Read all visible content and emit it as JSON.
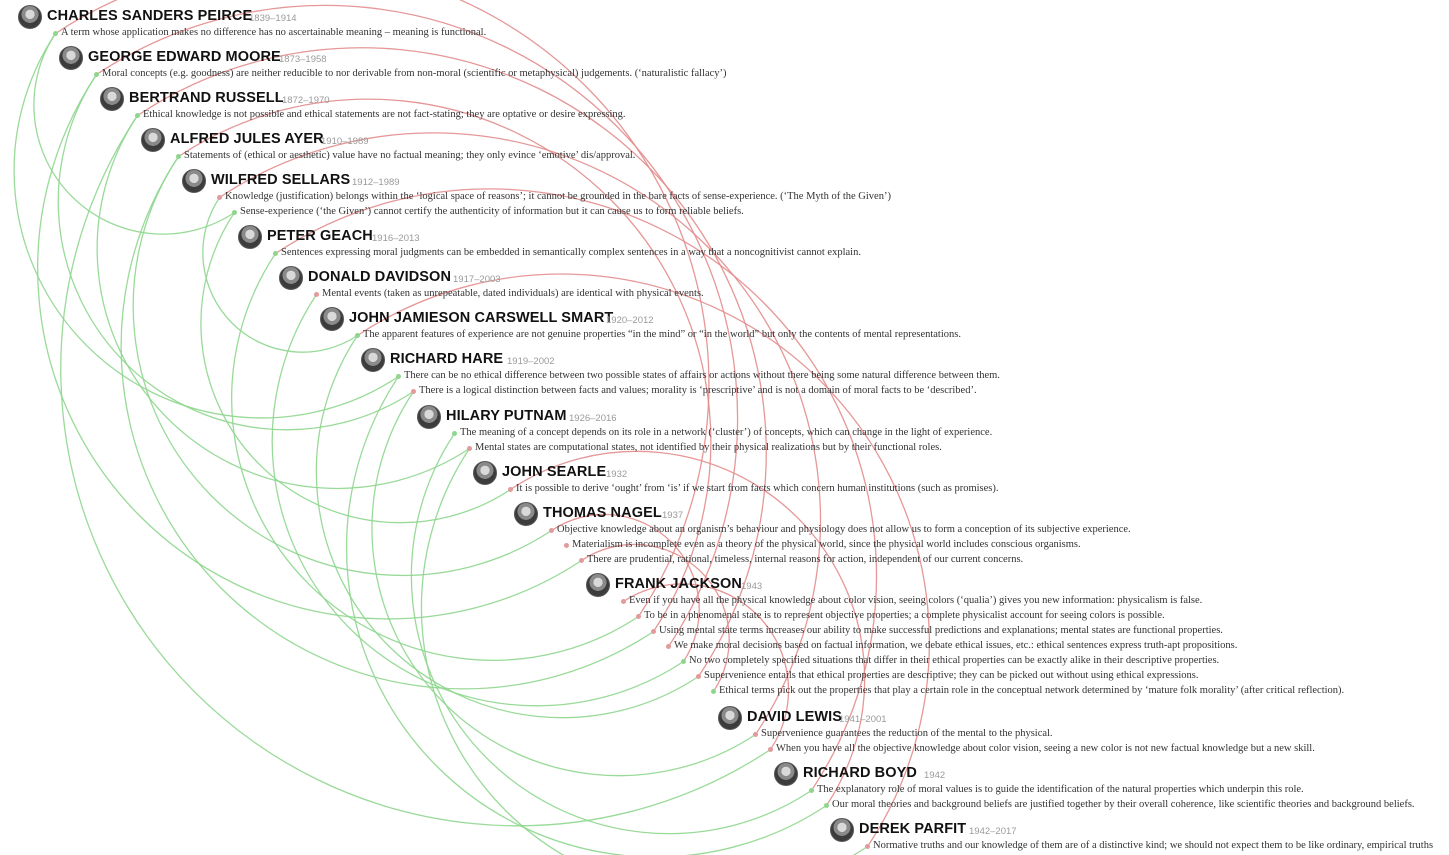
{
  "colors": {
    "cognitivist": "#e38c8c",
    "noncognitivist": "#8ed68e",
    "name": "#111111",
    "years": "#9a9a9a",
    "text": "#333333"
  },
  "philosophers": [
    {
      "name": "CHARLES SANDERS PEIRCE",
      "years": "1839–1914",
      "claims": [
        {
          "text": "A term whose application makes no difference has no ascertainable meaning – meaning is functional.",
          "kind": "noncognitivist"
        }
      ]
    },
    {
      "name": "GEORGE EDWARD MOORE",
      "years": "1873–1958",
      "claims": [
        {
          "text": "Moral concepts (e.g. goodness) are neither reducible to nor derivable from non-moral (scientific or metaphysical) judgements. (‘naturalistic fallacy’)",
          "kind": "noncognitivist"
        }
      ]
    },
    {
      "name": "BERTRAND RUSSELL",
      "years": "1872–1970",
      "claims": [
        {
          "text": "Ethical knowledge is not possible and ethical statements are not fact-stating; they are optative or desire expressing.",
          "kind": "noncognitivist"
        }
      ]
    },
    {
      "name": "ALFRED JULES AYER",
      "years": "1910–1989",
      "claims": [
        {
          "text": "Statements of (ethical or aesthetic) value have no factual meaning; they only evince ‘emotive’ dis/approval.",
          "kind": "noncognitivist"
        }
      ]
    },
    {
      "name": "WILFRED SELLARS",
      "years": "1912–1989",
      "claims": [
        {
          "text": "Knowledge (justification) belongs within the ‘logical space of reasons’; it cannot be grounded in the bare facts of sense-experience. (‘The Myth of the Given’)",
          "kind": "cognitivist"
        },
        {
          "text": "Sense-experience (‘the Given’) cannot certify the authenticity of information but it can cause us to form reliable beliefs.",
          "kind": "noncognitivist"
        }
      ]
    },
    {
      "name": "PETER GEACH",
      "years": "1916–2013",
      "claims": [
        {
          "text": "Sentences expressing moral judgments can be embedded in semantically complex sentences in a way that a noncognitivist cannot explain.",
          "kind": "noncognitivist"
        }
      ]
    },
    {
      "name": "DONALD DAVIDSON",
      "years": "1917–2003",
      "claims": [
        {
          "text": "Mental events (taken as unrepeatable, dated individuals) are identical with physical events.",
          "kind": "cognitivist"
        }
      ]
    },
    {
      "name": "JOHN JAMIESON CARSWELL SMART",
      "years": "1920–2012",
      "claims": [
        {
          "text": "The apparent features of experience are not genuine properties “in the mind” or “in the world” but only the contents of mental representations.",
          "kind": "noncognitivist"
        }
      ]
    },
    {
      "name": "RICHARD HARE",
      "years": "1919–2002",
      "claims": [
        {
          "text": "There can be no ethical difference between two possible states of affairs or actions without there being some natural difference between them.",
          "kind": "noncognitivist"
        },
        {
          "text": "There is a logical distinction between facts and values; morality is ‘prescriptive’ and is not a domain of moral facts to be ‘described’.",
          "kind": "cognitivist"
        }
      ]
    },
    {
      "name": "HILARY PUTNAM",
      "years": "1926–2016",
      "claims": [
        {
          "text": "The meaning of a concept depends on its role in a network (‘cluster’) of concepts, which can change in the light of experience.",
          "kind": "noncognitivist"
        },
        {
          "text": "Mental states are computational states, not identified by their physical realizations but by their functional roles.",
          "kind": "cognitivist"
        }
      ]
    },
    {
      "name": "JOHN SEARLE",
      "years": "1932",
      "claims": [
        {
          "text": "It is possible to derive ‘ought’ from ‘is’ if we start from facts which concern human institutions (such as promises).",
          "kind": "cognitivist"
        }
      ]
    },
    {
      "name": "THOMAS NAGEL",
      "years": "1937",
      "claims": [
        {
          "text": "Objective knowledge about an organism’s behaviour and physiology does not allow us to form a conception of its subjective experience.",
          "kind": "cognitivist"
        },
        {
          "text": "Materialism is incomplete even as a theory of the physical world, since the physical world includes conscious organisms.",
          "kind": "cognitivist"
        },
        {
          "text": "There are prudential, rational, timeless, internal reasons for action, independent of our current concerns.",
          "kind": "cognitivist"
        }
      ]
    },
    {
      "name": "FRANK JACKSON",
      "years": "1943",
      "claims": [
        {
          "text": "Even if you have all the physical knowledge about color vision, seeing colors (‘qualia’) gives you new information: physicalism is false.",
          "kind": "cognitivist"
        },
        {
          "text": "To be in a phenomenal state is to represent objective properties; a complete physicalist account for seeing colors is possible.",
          "kind": "cognitivist"
        },
        {
          "text": "Using mental state terms increases our ability to make successful predictions and explanations; mental states are functional properties.",
          "kind": "cognitivist"
        },
        {
          "text": "We make moral decisions based on factual information, we debate ethical issues, etc.: ethical sentences express truth-apt propositions.",
          "kind": "cognitivist"
        },
        {
          "text": "No two completely specified situations that differ in their ethical properties can be exactly alike in their descriptive properties.",
          "kind": "noncognitivist"
        },
        {
          "text": "Supervenience entails that ethical properties are descriptive; they can be picked out without using ethical expressions.",
          "kind": "cognitivist"
        },
        {
          "text": "Ethical terms pick out the properties that play a certain role in the conceptual network determined by ‘mature folk morality’ (after critical reflection).",
          "kind": "noncognitivist"
        }
      ]
    },
    {
      "name": "DAVID LEWIS",
      "years": "1941–2001",
      "claims": [
        {
          "text": "Supervenience guarantees the reduction of the mental to the physical.",
          "kind": "cognitivist"
        },
        {
          "text": "When you have all the objective knowledge about color vision, seeing a new color is not new factual knowledge but a new skill.",
          "kind": "cognitivist"
        }
      ]
    },
    {
      "name": "RICHARD BOYD",
      "years": "1942",
      "claims": [
        {
          "text": "The explanatory role of moral values is to guide the identification of the natural properties which underpin this role.",
          "kind": "noncognitivist"
        },
        {
          "text": "Our moral theories and background beliefs are justified together by their overall coherence, like scientific theories and background beliefs.",
          "kind": "noncognitivist"
        }
      ]
    },
    {
      "name": "DEREK PARFIT",
      "years": "1942–2017",
      "claims": [
        {
          "text": "Normative truths and our knowledge of them are of a distinctive kind; we should not expect them to be like ordinary, empirical truths",
          "kind": "cognitivist"
        }
      ]
    }
  ]
}
